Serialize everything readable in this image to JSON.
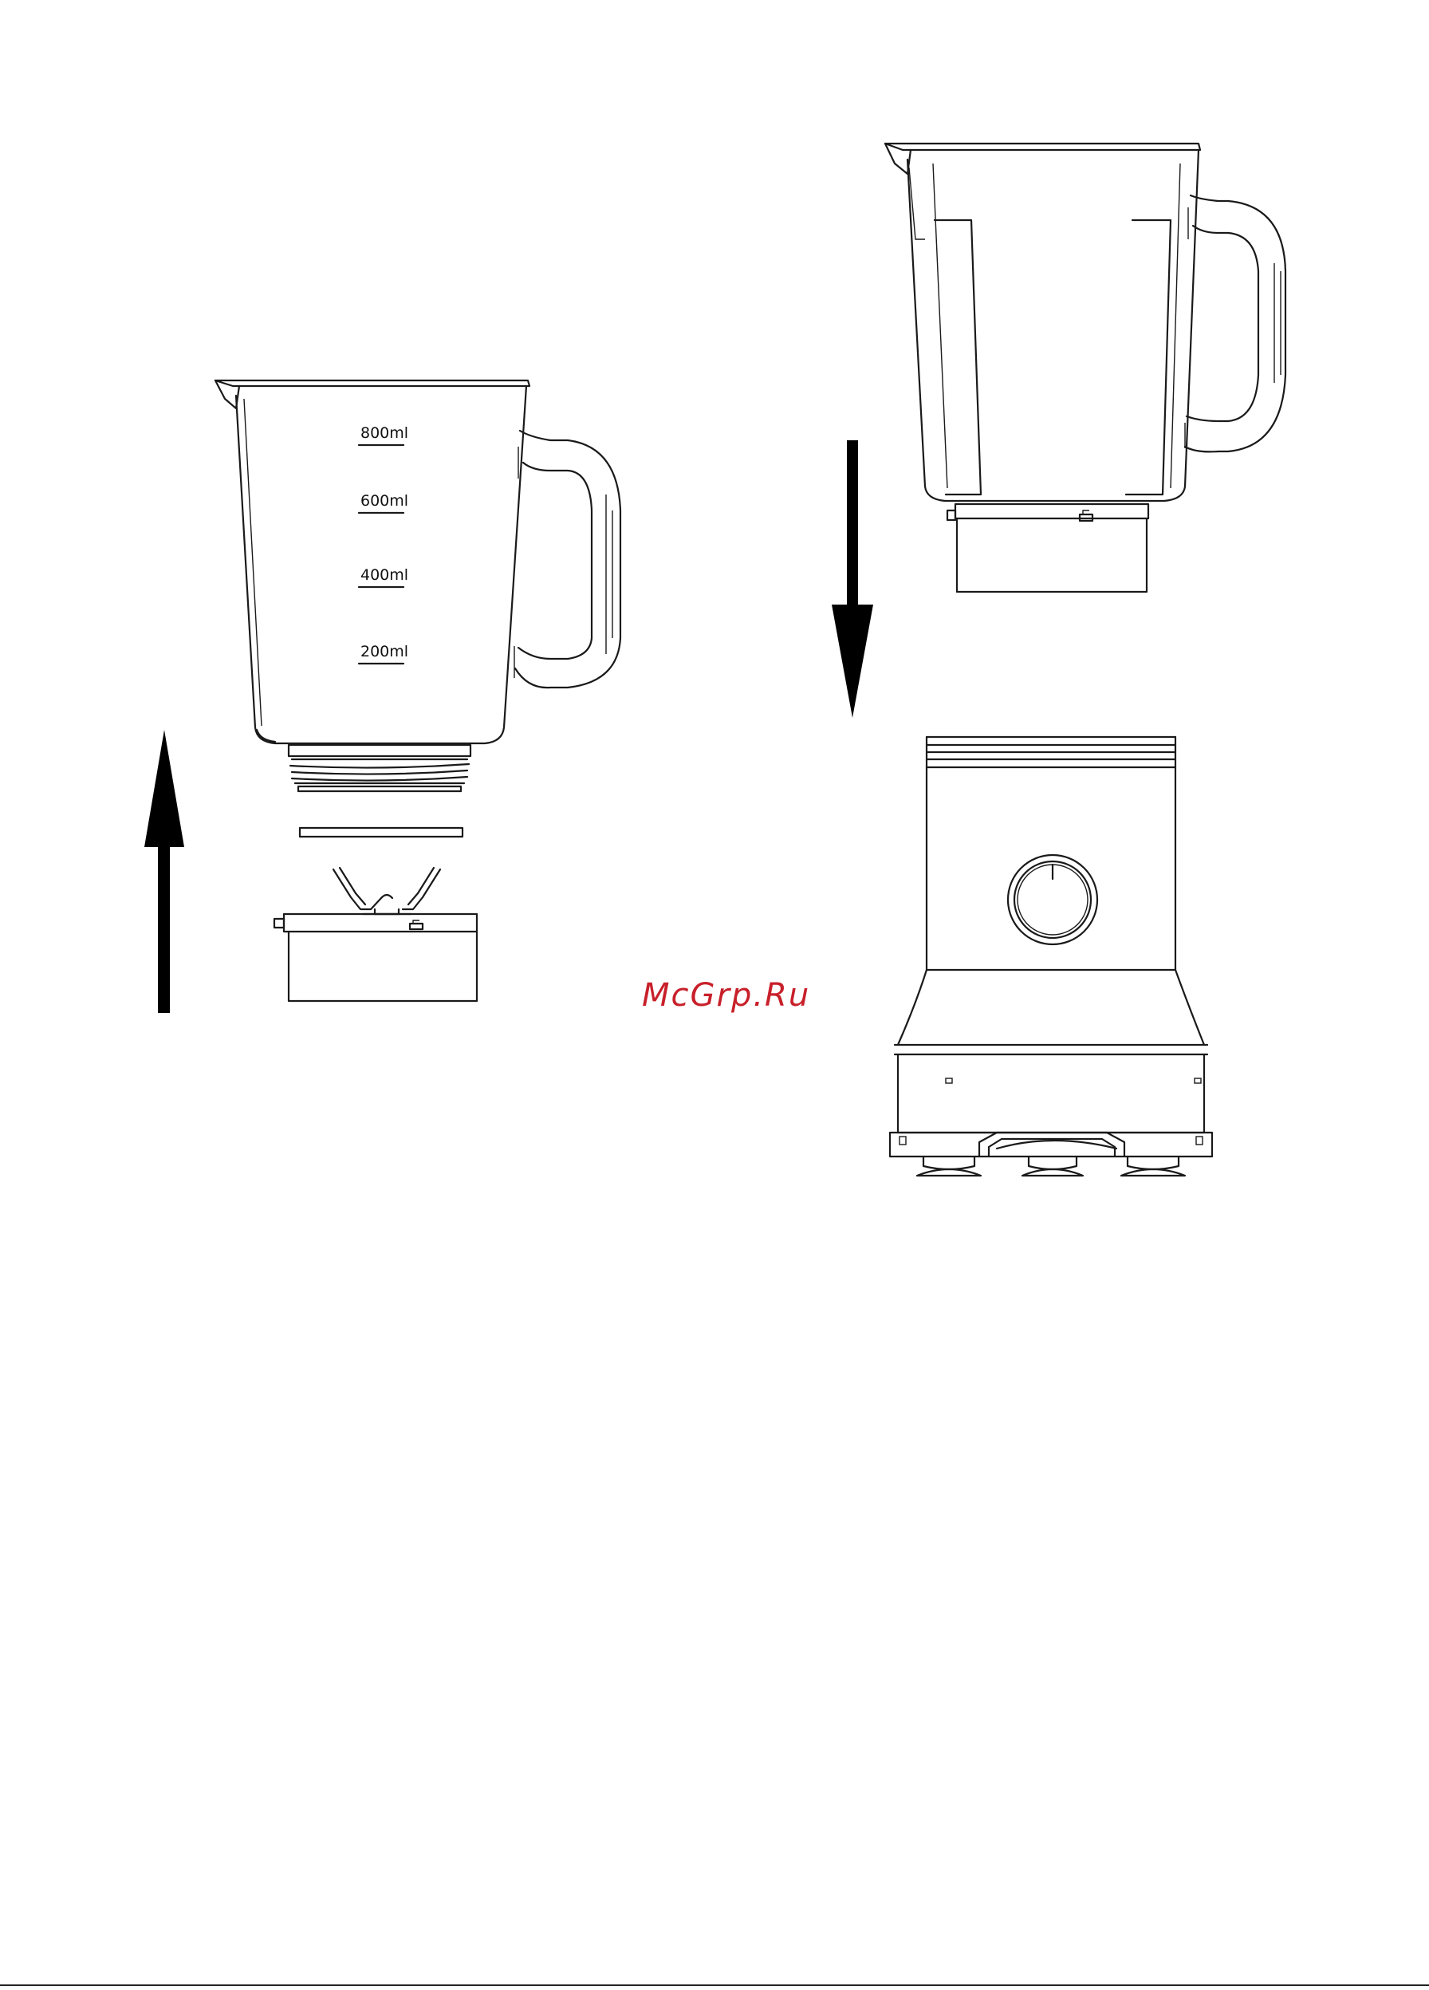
{
  "watermark": "McGrp.Ru",
  "jug_markings": [
    "800ml",
    "600ml",
    "400ml",
    "200ml"
  ],
  "colors": {
    "line": "#1a1a1a",
    "watermark": "#c8202a",
    "background": "#ffffff"
  },
  "icons": {
    "arrow_left": "arrow-up-icon",
    "arrow_right": "arrow-down-icon",
    "knob": "speed-knob-icon"
  }
}
